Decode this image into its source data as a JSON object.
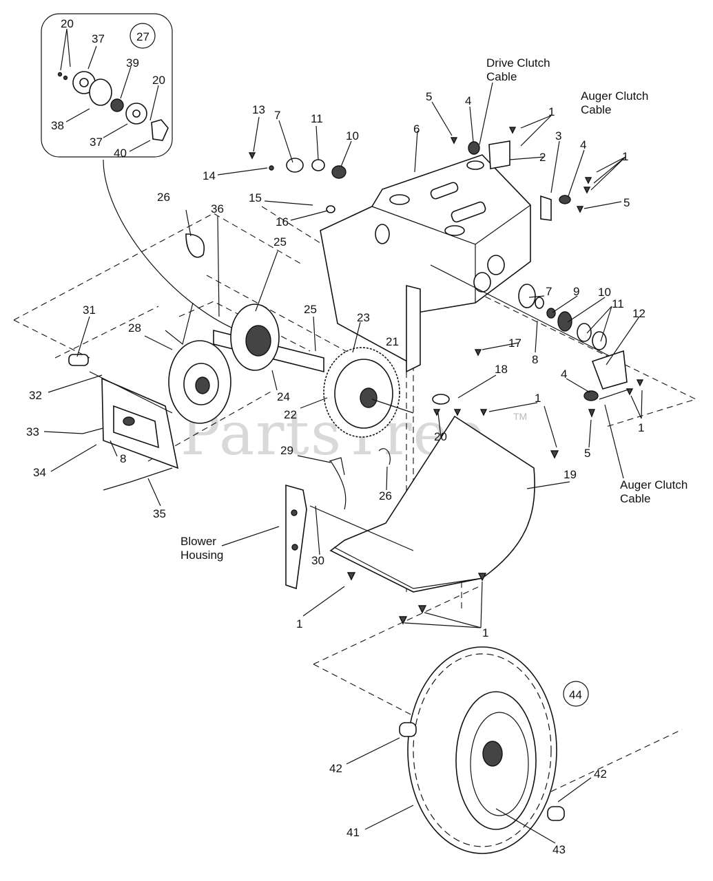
{
  "watermark": {
    "text": "PartsTree",
    "tm": "TM"
  },
  "callouts": {
    "c27": "27",
    "c44": "44"
  },
  "text_labels": {
    "drive_clutch_cable": [
      "Drive Clutch",
      "Cable"
    ],
    "auger_clutch_cable_top": [
      "Auger Clutch",
      "Cable"
    ],
    "auger_clutch_cable_bottom": [
      "Auger Clutch",
      "Cable"
    ],
    "blower_housing": [
      "Blower",
      "Housing"
    ]
  },
  "labels": [
    {
      "id": "l20a",
      "t": "20"
    },
    {
      "id": "l37a",
      "t": "37"
    },
    {
      "id": "l39",
      "t": "39"
    },
    {
      "id": "l20b",
      "t": "20"
    },
    {
      "id": "l38",
      "t": "38"
    },
    {
      "id": "l37b",
      "t": "37"
    },
    {
      "id": "l40",
      "t": "40"
    },
    {
      "id": "l13",
      "t": "13"
    },
    {
      "id": "l7a",
      "t": "7"
    },
    {
      "id": "l11a",
      "t": "11"
    },
    {
      "id": "l10a",
      "t": "10"
    },
    {
      "id": "l14",
      "t": "14"
    },
    {
      "id": "l15",
      "t": "15"
    },
    {
      "id": "l16",
      "t": "16"
    },
    {
      "id": "l5a",
      "t": "5"
    },
    {
      "id": "l4a",
      "t": "4"
    },
    {
      "id": "l6",
      "t": "6"
    },
    {
      "id": "l1a",
      "t": "1"
    },
    {
      "id": "l2",
      "t": "2"
    },
    {
      "id": "l3",
      "t": "3"
    },
    {
      "id": "l4b",
      "t": "4"
    },
    {
      "id": "l1b",
      "t": "1"
    },
    {
      "id": "l5b",
      "t": "5"
    },
    {
      "id": "l26a",
      "t": "26"
    },
    {
      "id": "l36",
      "t": "36"
    },
    {
      "id": "l25a",
      "t": "25"
    },
    {
      "id": "l25b",
      "t": "25"
    },
    {
      "id": "l23",
      "t": "23"
    },
    {
      "id": "l21",
      "t": "21"
    },
    {
      "id": "l28",
      "t": "28"
    },
    {
      "id": "l31",
      "t": "31"
    },
    {
      "id": "l32",
      "t": "32"
    },
    {
      "id": "l24",
      "t": "24"
    },
    {
      "id": "l22",
      "t": "22"
    },
    {
      "id": "l33",
      "t": "33"
    },
    {
      "id": "l8a",
      "t": "8"
    },
    {
      "id": "l34",
      "t": "34"
    },
    {
      "id": "l35",
      "t": "35"
    },
    {
      "id": "l7b",
      "t": "7"
    },
    {
      "id": "l9",
      "t": "9"
    },
    {
      "id": "l10b",
      "t": "10"
    },
    {
      "id": "l11b",
      "t": "11"
    },
    {
      "id": "l12",
      "t": "12"
    },
    {
      "id": "l17",
      "t": "17"
    },
    {
      "id": "l8b",
      "t": "8"
    },
    {
      "id": "l18",
      "t": "18"
    },
    {
      "id": "l4c",
      "t": "4"
    },
    {
      "id": "l1c",
      "t": "1"
    },
    {
      "id": "l1d",
      "t": "1"
    },
    {
      "id": "l5c",
      "t": "5"
    },
    {
      "id": "l20c",
      "t": "20"
    },
    {
      "id": "l29",
      "t": "29"
    },
    {
      "id": "l26b",
      "t": "26"
    },
    {
      "id": "l19",
      "t": "19"
    },
    {
      "id": "l30",
      "t": "30"
    },
    {
      "id": "l1e",
      "t": "1"
    },
    {
      "id": "l1f",
      "t": "1"
    },
    {
      "id": "l42a",
      "t": "42"
    },
    {
      "id": "l42b",
      "t": "42"
    },
    {
      "id": "l41",
      "t": "41"
    },
    {
      "id": "l43",
      "t": "43"
    }
  ]
}
